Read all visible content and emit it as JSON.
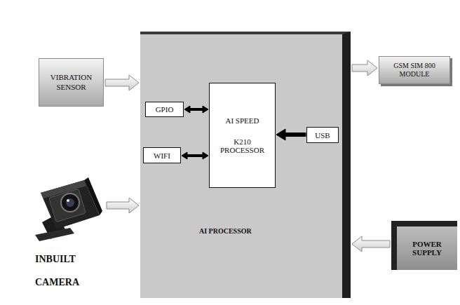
{
  "diagram": {
    "nodes": [
      {
        "text": [
          "VIBRATION SENSOR"
        ]
      },
      {
        "text": [
          "AI PROCESSOR"
        ]
      },
      {
        "text": [
          "GPIO"
        ],
        "in": 1
      },
      {
        "text": [
          "AI SPEED",
          "K210 PROCESSOR"
        ],
        "in": 1
      },
      {
        "text": [
          "WIFI"
        ],
        "in": 1
      },
      {
        "text": [
          "USB"
        ],
        "in": 1
      },
      {
        "text": [
          "GSM SIM 800 MODULE"
        ]
      },
      {
        "text": [
          "INBUILT CAMERA"
        ]
      },
      {
        "text": [
          "POWER SUPPLY"
        ]
      }
    ],
    "edges": [
      {
        "from": 0,
        "to": 1,
        "arrow": "to"
      },
      {
        "from": 2,
        "to": 3,
        "arrow": "both"
      },
      {
        "from": 4,
        "to": 3,
        "arrow": "both"
      },
      {
        "from": 5,
        "to": 3,
        "arrow": "to"
      },
      {
        "from": 1,
        "to": 6,
        "arrow": "to"
      },
      {
        "from": 7,
        "to": 1,
        "arrow": "to"
      },
      {
        "from": 8,
        "to": 1,
        "arrow": "to"
      }
    ]
  }
}
